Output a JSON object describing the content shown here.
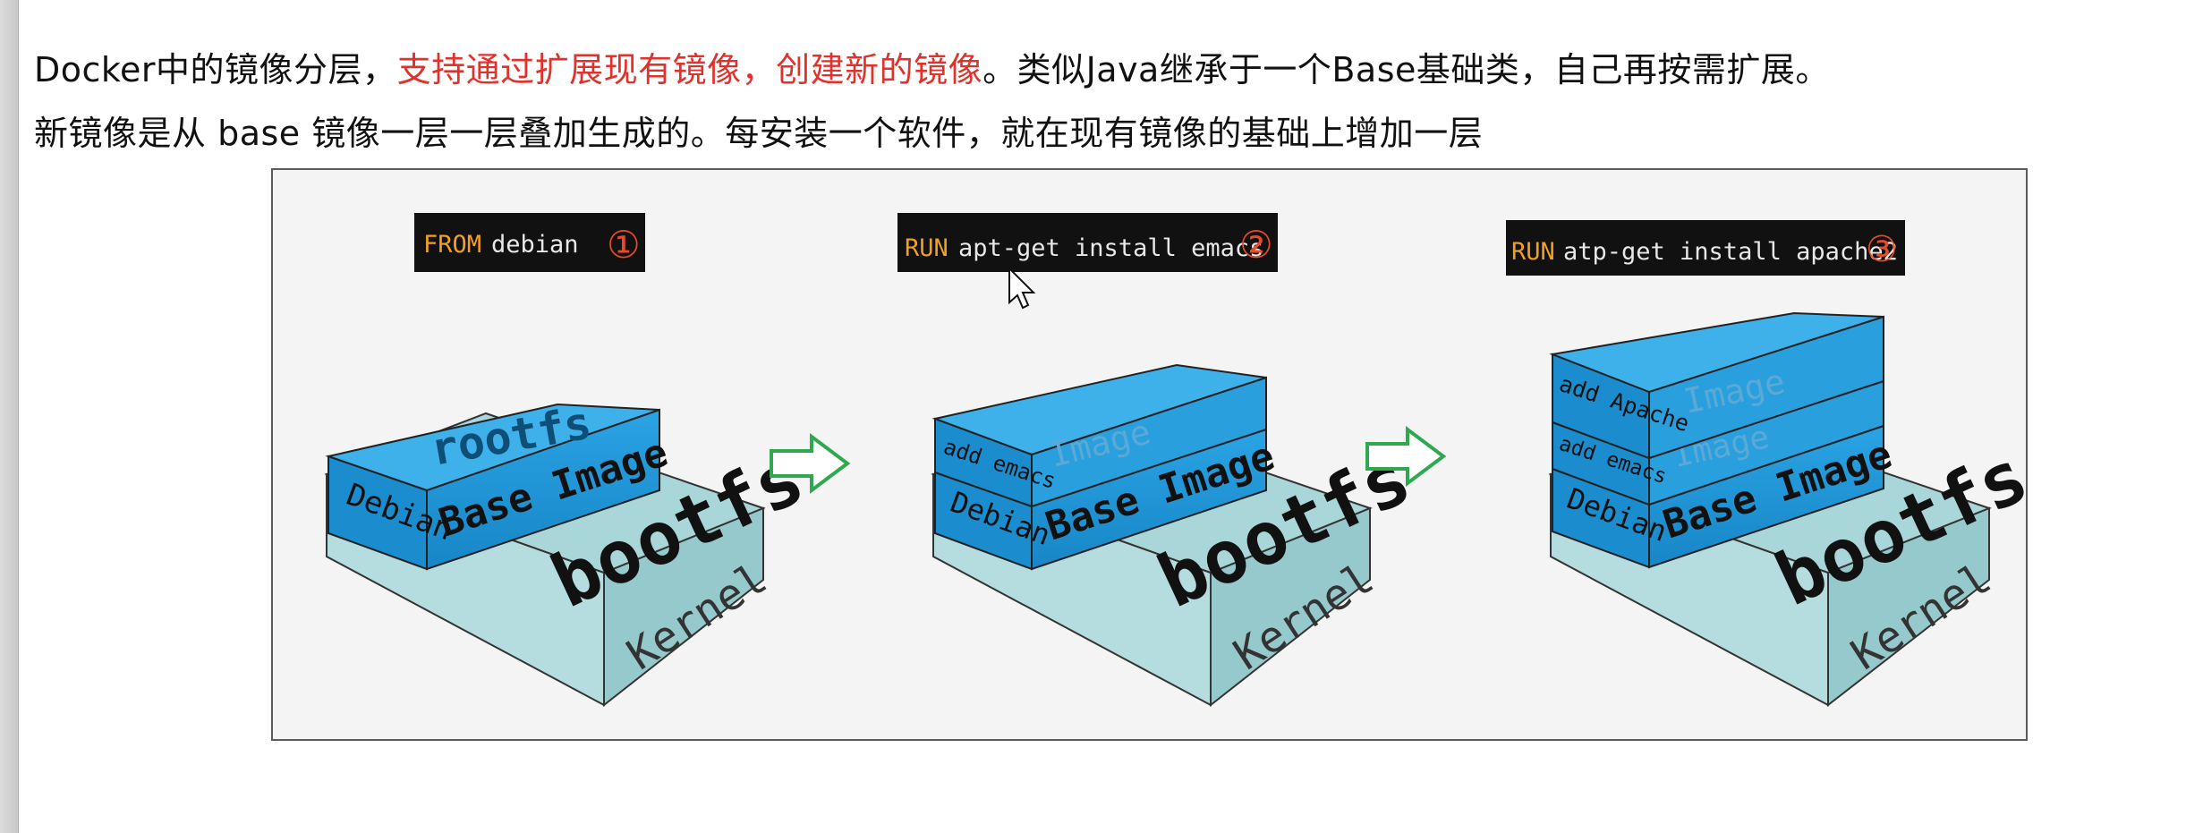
{
  "intro": {
    "line1": {
      "prefix": "Docker中的镜像分层，",
      "highlight": "支持通过扩展现有镜像，创建新的镜像",
      "suffix": "。类似Java继承于一个Base基础类，自己再按需扩展。",
      "highlight_color": "#e0322d"
    },
    "line2": "新镜像是从 base 镜像一层一层叠加生成的。每安装一个软件，就在现有镜像的基础上增加一层"
  },
  "diagram": {
    "steps": [
      {
        "keyword": "FROM",
        "command": "debian",
        "number": "①"
      },
      {
        "keyword": "RUN",
        "command": "apt-get install emacs",
        "number": "②"
      },
      {
        "keyword": "RUN",
        "command": "atp-get install apache2",
        "number": "③"
      }
    ],
    "labels": {
      "kernel": "Kernel",
      "bootfs": "bootfs",
      "rootfs": "rootfs",
      "base_image": "Base Image",
      "debian": "Debian",
      "image": "Image",
      "add_emacs": "add emacs",
      "add_apache": "add Apache"
    },
    "colors": {
      "kernel_top": "#a9d6d8",
      "kernel_side": "#8ec6c9",
      "layer_blue": "#1f95d6",
      "layer_top": "#3eb0ea",
      "layer_dark": "#157ab2",
      "keyword_orange": "#f2a020",
      "number_red": "#e84a2a",
      "arrow_green": "#2fa84f"
    },
    "icons": [
      "arrow-right-icon",
      "mouse-cursor-icon"
    ]
  }
}
